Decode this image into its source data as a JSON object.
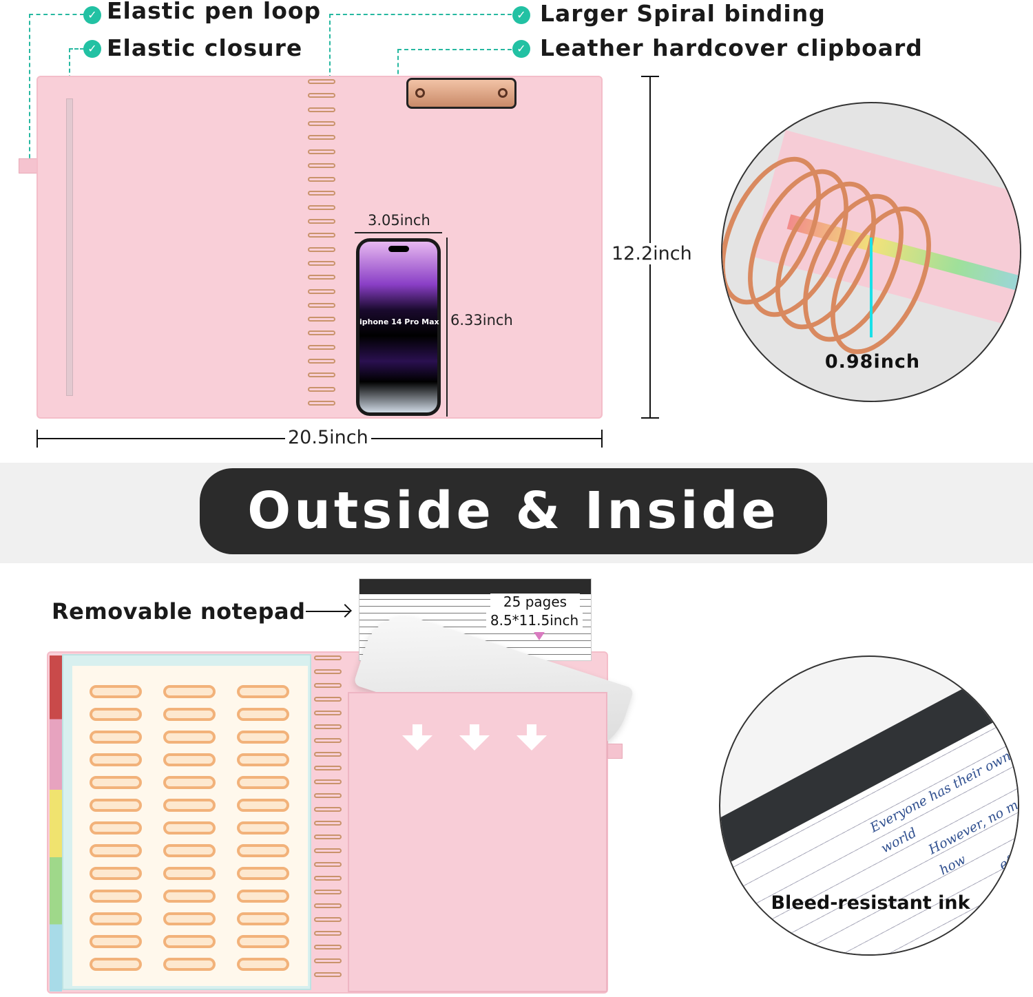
{
  "callouts": {
    "pen_loop": "Elastic pen loop",
    "closure": "Elastic closure",
    "spiral": "Larger Spiral binding",
    "clipboard": "Leather hardcover clipboard"
  },
  "dimensions": {
    "phone_width": "3.05inch",
    "phone_height": "6.33inch",
    "phone_model": "iphone 14 Pro Max",
    "height": "12.2inch",
    "width": "20.5inch",
    "ring_size": "0.98inch"
  },
  "banner": {
    "title": "Outside & Inside"
  },
  "notepad": {
    "label": "Removable notepad",
    "pages": "25 pages",
    "size": "8.5*11.5inch"
  },
  "ink": {
    "label": "Bleed-resistant ink",
    "handwriting": [
      "Everyone has their own world",
      "However, no matter how",
      "effort is the"
    ]
  },
  "colors": {
    "accent": "#22c1a3",
    "pink": "#f9cfd8",
    "banner": "#2b2b2b"
  }
}
